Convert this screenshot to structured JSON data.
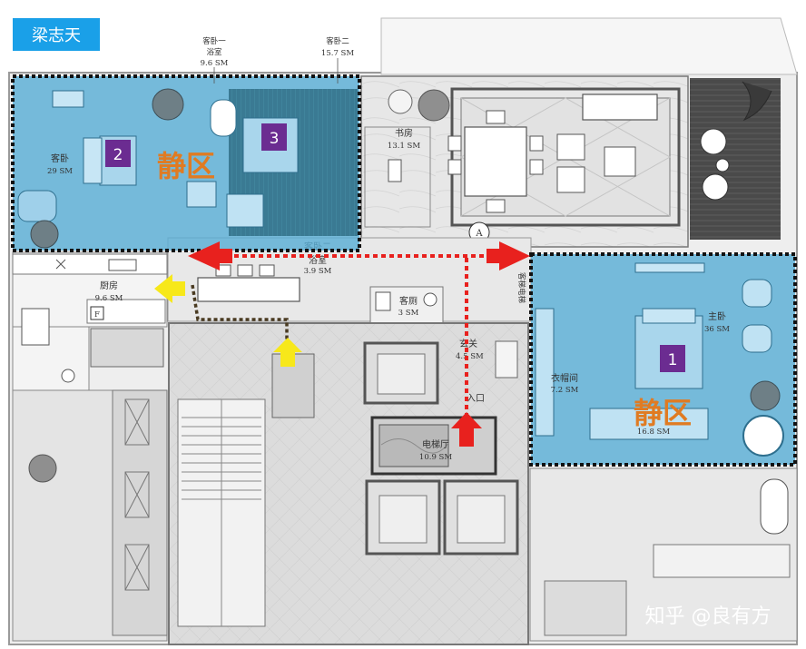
{
  "author_badge": "梁志天",
  "rooms": {
    "guest1_bath": {
      "name": "客卧一",
      "sub": "浴室",
      "area": "9.6 SM"
    },
    "guest2": {
      "name": "客卧二",
      "area": "15.7 SM"
    },
    "guest_bed": {
      "name": "客卧",
      "area": "29 SM"
    },
    "study": {
      "name": "书房",
      "area": "13.1 SM"
    },
    "guest2_bath": {
      "name": "客卧二",
      "sub": "浴室",
      "area": "3.9 SM"
    },
    "kitchen": {
      "name": "厨房",
      "area": "9.6 SM"
    },
    "guest_wc": {
      "name": "客厕",
      "area": "3 SM"
    },
    "foyer": {
      "name": "玄关",
      "area": "4.5 SM"
    },
    "entrance": "入口",
    "elevator_lobby": {
      "name": "电梯厅",
      "area": "10.9 SM"
    },
    "master": {
      "name": "主卧",
      "area": "36 SM"
    },
    "closet": {
      "name": "衣帽间",
      "area": "7.2 SM"
    },
    "master_bath": {
      "area": "16.8 SM"
    },
    "elevator_note": "客梯电梯"
  },
  "markers": {
    "a": "A",
    "one": "1",
    "two": "2",
    "three": "3"
  },
  "zone_labels": {
    "left": "静区",
    "right": "静区"
  },
  "watermark": "知乎 @良有方",
  "colors": {
    "zone_fill": "#5aaed6",
    "arrow_red": "#e8211e",
    "arrow_yellow": "#f7e81a",
    "badge": "#1aa0e8",
    "marker": "#6b2c91",
    "zone_text": "#e07b22"
  }
}
